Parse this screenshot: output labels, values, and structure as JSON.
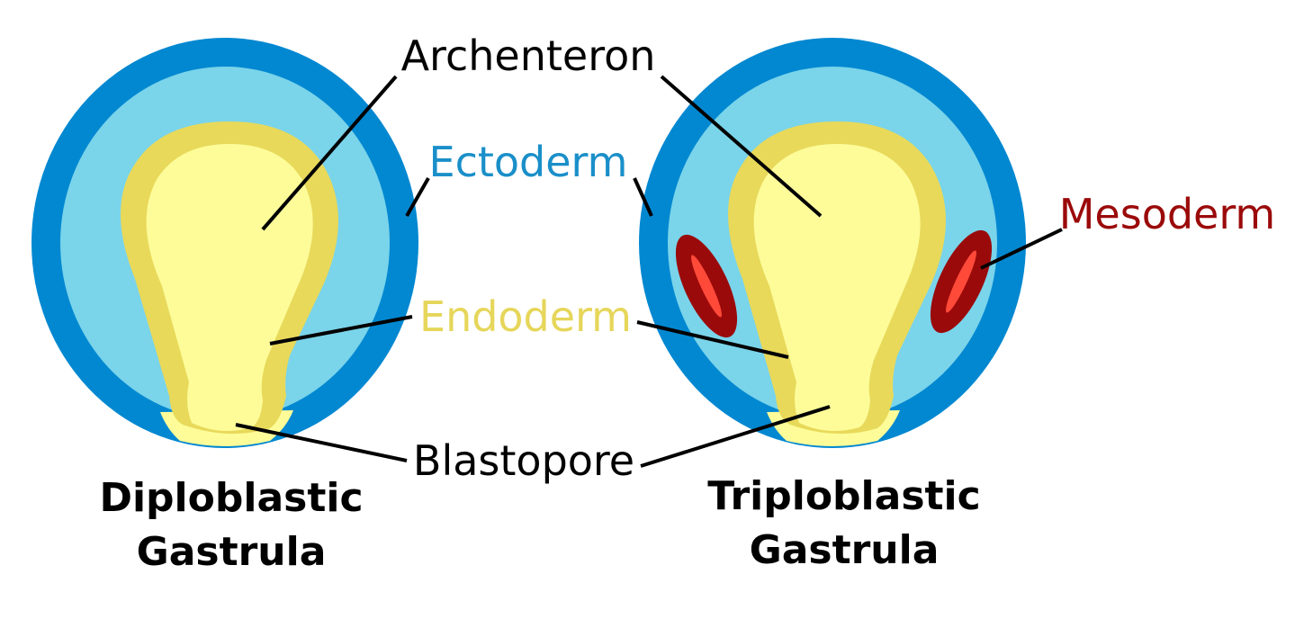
{
  "labels": {
    "archenteron": "Archenteron",
    "ectoderm": "Ectoderm",
    "endoderm": "Endoderm",
    "blastopore": "Blastopore",
    "mesoderm": "Mesoderm"
  },
  "captions": {
    "diploblastic_line1": "Diploblastic",
    "diploblastic_line2": "Gastrula",
    "triploblastic_line1": "Triploblastic",
    "triploblastic_line2": "Gastrula"
  },
  "colors": {
    "ectoderm_outer": "#0288d1",
    "ectoderm_inner": "#7ad4ea",
    "endoderm": "#e8d95a",
    "archenteron": "#fdfc99",
    "mesoderm": "#9b0a0a",
    "mesoderm_core": "#ff4a3a",
    "ectoderm_label": "#1a8fc9",
    "endoderm_label": "#e6d65a",
    "mesoderm_label": "#9b0a0a"
  }
}
